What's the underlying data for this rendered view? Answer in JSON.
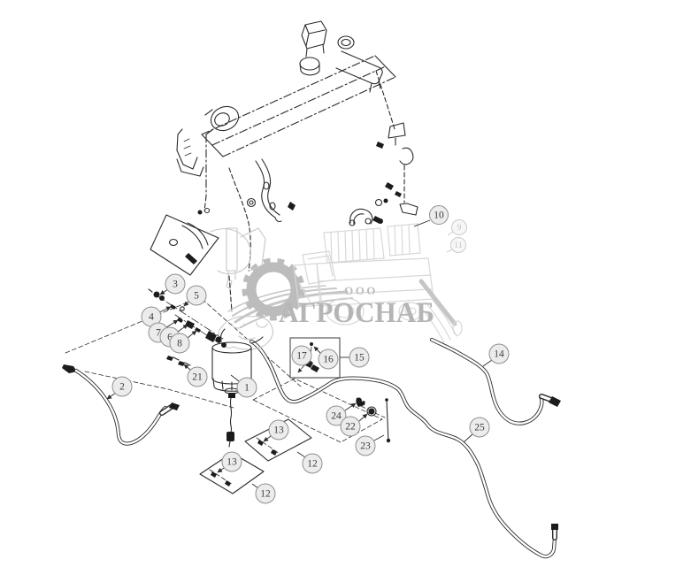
{
  "diagram": {
    "kind": "exploded-parts-diagram",
    "watermark": {
      "org_form": "ООО",
      "name": "АГРОСНАБ"
    },
    "colors": {
      "line": "#2b2b2b",
      "callout_fill": "#ececec",
      "callout_stroke": "#8f8f8f",
      "callout_text": "#3b3b3b",
      "faint_callout_stroke": "#cccccc",
      "faint_callout_text": "#c2c2c2",
      "watermark_text": "#b5b5b5",
      "watermark_art": "#d8d8d8",
      "ghost_part": "#c7c7c7",
      "background": "#ffffff"
    },
    "callouts": [
      {
        "label": "3"
      },
      {
        "label": "5"
      },
      {
        "label": "4"
      },
      {
        "label": "7"
      },
      {
        "label": "6"
      },
      {
        "label": "8"
      },
      {
        "label": "21"
      },
      {
        "label": "2"
      },
      {
        "label": "1"
      },
      {
        "label": "17"
      },
      {
        "label": "16"
      },
      {
        "label": "15"
      },
      {
        "label": "10"
      },
      {
        "label": "9"
      },
      {
        "label": "11"
      },
      {
        "label": "14"
      },
      {
        "label": "25"
      },
      {
        "label": "24"
      },
      {
        "label": "22"
      },
      {
        "label": "23"
      },
      {
        "label": "13"
      },
      {
        "label": "12"
      },
      {
        "label": "13"
      },
      {
        "label": "12"
      }
    ]
  }
}
